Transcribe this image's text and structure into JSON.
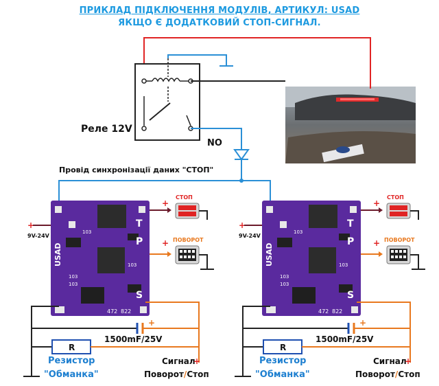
{
  "title": {
    "line1": "ПРИКЛАД ПІДКЛЮЧЕННЯ МОДУЛІВ, АРТИКУЛ: USAD",
    "line2": "ЯКЩО Є ДОДАТКОВИЙ СТОП-СИГНАЛ."
  },
  "relay": {
    "label": "Реле 12V",
    "contact": "NO"
  },
  "sync_wire": {
    "label": "Провід синхронізації даних \"СТОП\""
  },
  "modules": [
    {
      "power_label": "9V-24V",
      "board_name": "USAD",
      "pins": [
        "T",
        "P",
        "S"
      ],
      "chip_marks": [
        "103",
        "103",
        "103",
        "103",
        "472",
        "822"
      ],
      "stop_lamp": "СТОП",
      "turn_lamp": "ПОВОРОТ",
      "capacitor": "1500mF/25V",
      "resistor": {
        "symbol": "R",
        "name_line1": "Резистор",
        "name_line2": "\"Обманка\""
      },
      "signal": {
        "line1": "Сигнал",
        "line2_a": "Поворот",
        "slash": "/",
        "line2_b": "Стоп"
      }
    },
    {
      "power_label": "9V-24V",
      "board_name": "USAD",
      "pins": [
        "T",
        "P",
        "S"
      ],
      "chip_marks": [
        "103",
        "103",
        "103",
        "103",
        "472",
        "822"
      ],
      "stop_lamp": "СТОП",
      "turn_lamp": "ПОВОРОТ",
      "capacitor": "1500mF/25V",
      "resistor": {
        "symbol": "R",
        "name_line1": "Резистор",
        "name_line2": "\"Обманка\""
      },
      "signal": {
        "line1": "Сигнал",
        "line2_a": "Поворот",
        "slash": "/",
        "line2_b": "Стоп"
      }
    }
  ],
  "colors": {
    "title": "#1d9ae0",
    "red_wire": "#e02424",
    "blue_wire": "#2a8fd6",
    "orange_wire": "#e8781e",
    "dark_wire": "#6b1a2a",
    "board": "#5a2a9e",
    "resistor_text": "#1d7fd0"
  }
}
